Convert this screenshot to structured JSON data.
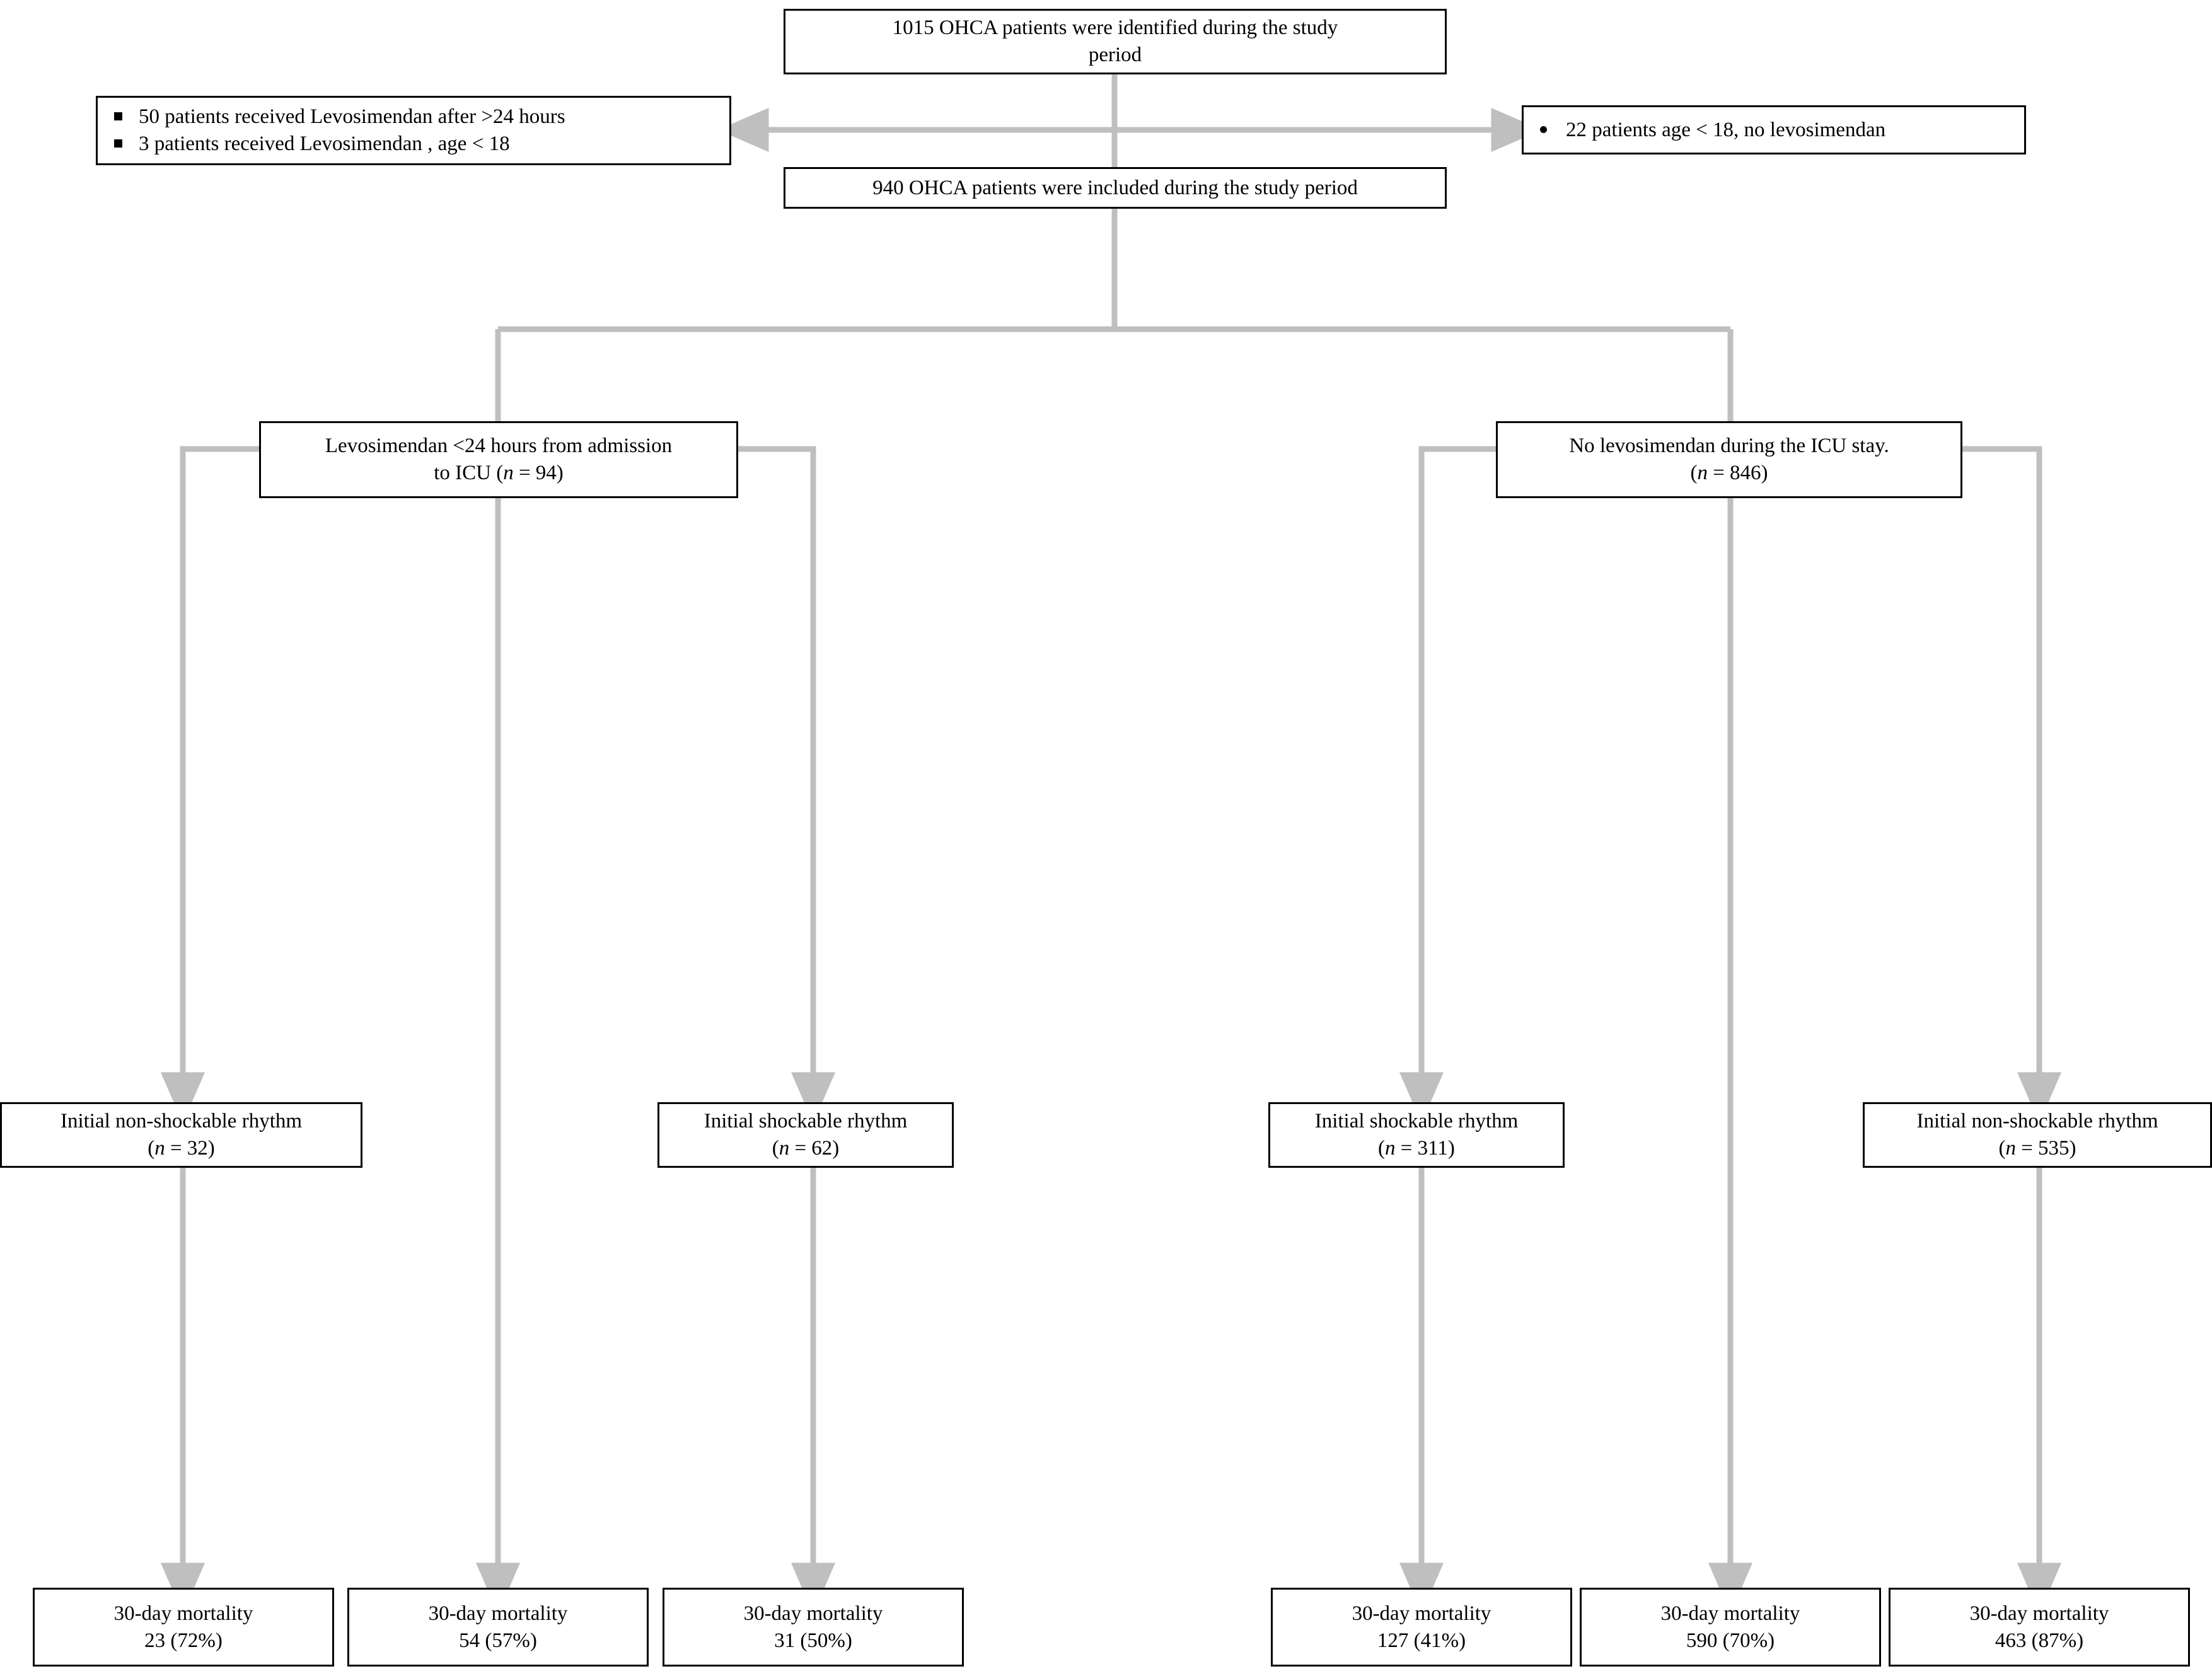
{
  "diagram": {
    "type": "flowchart",
    "title_text": "OHCA levosimendan study flow diagram",
    "line_color": "#bfbfbf",
    "box_border_color": "#000000",
    "background": "#ffffff",
    "nodes": {
      "identified": {
        "line1": "1015 OHCA patients were identified  during the study",
        "line2": "period"
      },
      "excluded_left": {
        "item1": "50 patients received Levosimendan after >24 hours",
        "item2": "3 patients received Levosimendan , age < 18"
      },
      "excluded_right": {
        "item1": "22 patients  age < 18, no levosimendan"
      },
      "included": {
        "line1": "940  OHCA patients were included during the study period"
      },
      "levo_group": {
        "line1": "Levosimendan <24 hours from admission",
        "line2_pre": "to ICU (",
        "line2_n": "n",
        "line2_post": " = 94)"
      },
      "nolevo_group": {
        "line1": "No levosimendan during the ICU stay.",
        "line2_pre": "(",
        "line2_n": "n",
        "line2_post": " = 846)"
      },
      "rhythm_levo_nonshock": {
        "line1": "Initial non-shockable rhythm",
        "line2_pre": "(",
        "line2_n": "n",
        "line2_post": " = 32)"
      },
      "rhythm_levo_shock": {
        "line1": "Initial shockable rhythm",
        "line2_pre": "(",
        "line2_n": "n",
        "line2_post": " = 62)"
      },
      "rhythm_nolevo_shock": {
        "line1": "Initial shockable rhythm",
        "line2_pre": "(",
        "line2_n": "n",
        "line2_post": " = 311)"
      },
      "rhythm_nolevo_nonshock": {
        "line1": "Initial non-shockable rhythm",
        "line2_pre": "(",
        "line2_n": "n",
        "line2_post": " = 535)"
      },
      "mortality_levo_nonshock": {
        "line1": "30-day mortality",
        "line2": "23 (72%)"
      },
      "mortality_levo_all": {
        "line1": "30-day mortality",
        "line2": "54 (57%)"
      },
      "mortality_levo_shock": {
        "line1": "30-day mortality",
        "line2": "31 (50%)"
      },
      "mortality_nolevo_shock": {
        "line1": "30-day mortality",
        "line2": "127 (41%)"
      },
      "mortality_nolevo_all": {
        "line1": "30-day mortality",
        "line2": "590 (70%)"
      },
      "mortality_nolevo_nonshock": {
        "line1": "30-day mortality",
        "line2": "463 (87%)"
      }
    },
    "chart_data": {
      "type": "flowchart",
      "counts": {
        "identified": 1015,
        "excluded_levosimendan_after_24h": 50,
        "excluded_levosimendan_age_under_18": 3,
        "excluded_age_under_18_no_levosimendan": 22,
        "included": 940,
        "levosimendan_under_24h": 94,
        "no_levosimendan": 846,
        "levo_non_shockable": 32,
        "levo_shockable": 62,
        "nolevo_shockable": 311,
        "nolevo_non_shockable": 535
      },
      "mortality_30day": {
        "levo_non_shockable": {
          "n": 23,
          "pct": 72
        },
        "levo_overall": {
          "n": 54,
          "pct": 57
        },
        "levo_shockable": {
          "n": 31,
          "pct": 50
        },
        "nolevo_shockable": {
          "n": 127,
          "pct": 41
        },
        "nolevo_overall": {
          "n": 590,
          "pct": 70
        },
        "nolevo_non_shockable": {
          "n": 463,
          "pct": 87
        }
      }
    }
  }
}
